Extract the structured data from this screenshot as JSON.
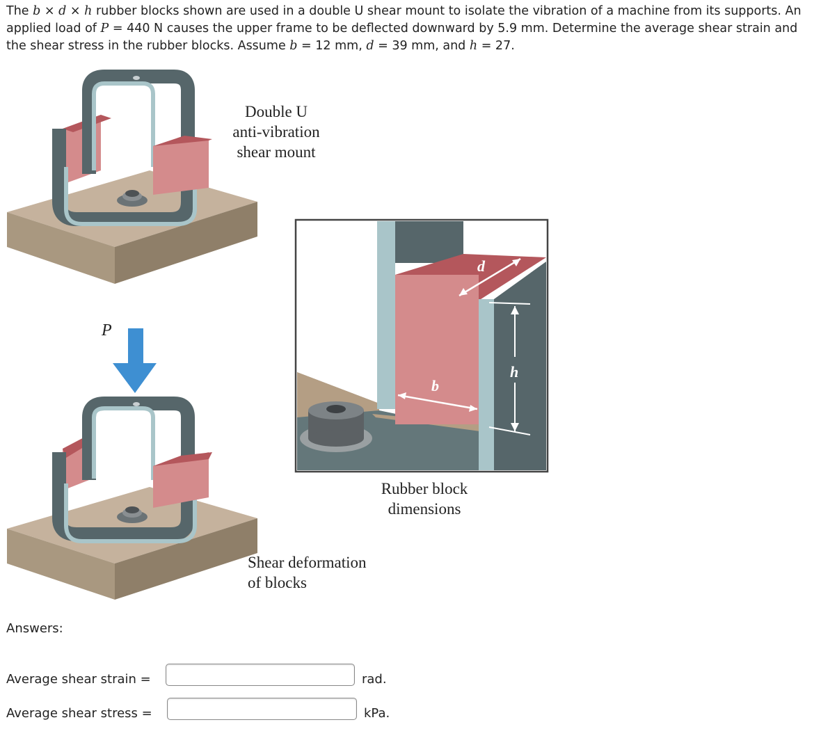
{
  "problem": {
    "text_parts": [
      "The ",
      "b",
      " × ",
      "d",
      " × ",
      "h",
      " rubber blocks shown are used in a double U shear mount to isolate the vibration of a machine from its supports. An applied load of ",
      "P",
      " = 440 N causes the upper frame to be deflected downward by 5.9 mm. Determine the average shear strain and the shear stress in the rubber blocks. Assume ",
      "b",
      " = 12 mm, ",
      "d",
      " = 39 mm, and ",
      "h",
      " = 27."
    ]
  },
  "figure": {
    "label_top": "Double U\nanti-vibration\nshear mount",
    "label_bottom": "Shear deformation\nof blocks",
    "label_detail": "Rubber block\ndimensions",
    "load_symbol": "P",
    "dim_d": "d",
    "dim_b": "b",
    "dim_h": "h"
  },
  "answers": {
    "heading": "Answers:",
    "strain": {
      "label": "Average shear strain  =",
      "value": "",
      "unit": "rad."
    },
    "stress": {
      "label": "Average shear stress  =",
      "value": "",
      "unit": "kPa."
    }
  },
  "colors": {
    "frame_dark": "#56666a",
    "frame_light": "#a9c5c9",
    "rubber": "#d48b8c",
    "rubber_dark": "#b4575c",
    "base_top": "#c5b29d",
    "base_side": "#9c8b74",
    "arrow_blue": "#3e8fd2"
  }
}
